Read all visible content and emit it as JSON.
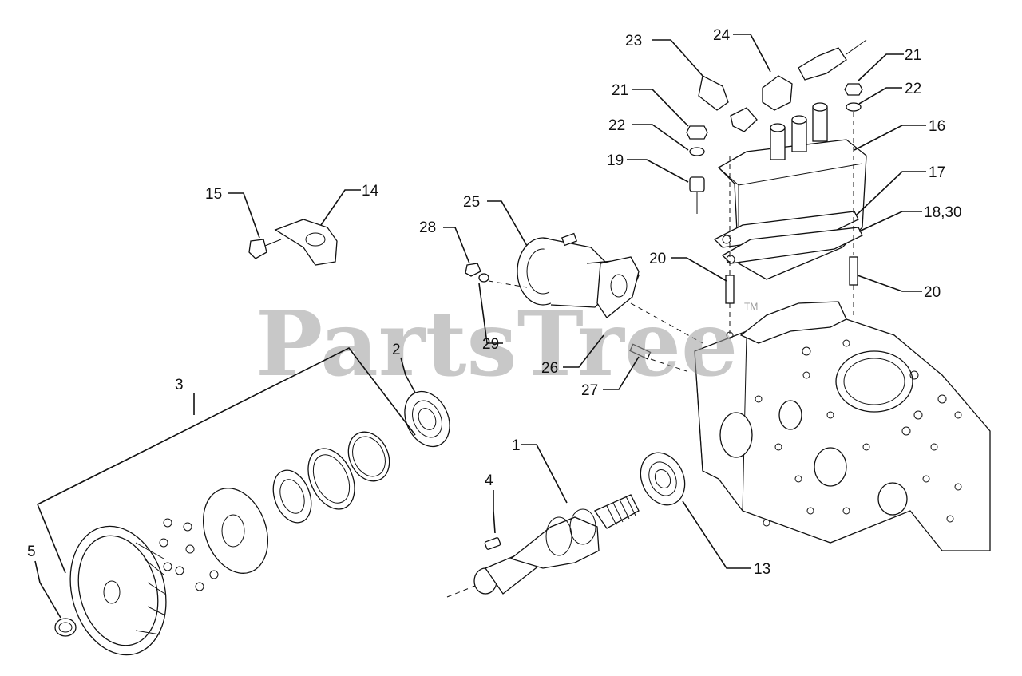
{
  "watermark": {
    "text": "PartsTree",
    "trademark": "TM"
  },
  "callouts": {
    "c1": "1",
    "c2": "2",
    "c3": "3",
    "c4": "4",
    "c5": "5",
    "c13": "13",
    "c14": "14",
    "c15": "15",
    "c16": "16",
    "c17": "17",
    "c18_30": "18,30",
    "c19": "19",
    "c20a": "20",
    "c20b": "20",
    "c21a": "21",
    "c21b": "21",
    "c22a": "22",
    "c22b": "22",
    "c23": "23",
    "c24": "24",
    "c25": "25",
    "c26": "26",
    "c27": "27",
    "c28": "28",
    "c29": "29"
  }
}
